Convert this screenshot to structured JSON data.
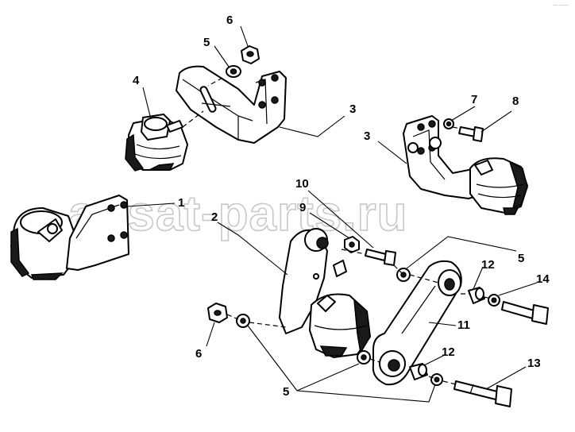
{
  "watermark": "ansat-parts.ru",
  "corner_mark": "— ——",
  "callouts": {
    "c1": "1",
    "c2": "2",
    "c3a": "3",
    "c3b": "3",
    "c4": "4",
    "c5a": "5",
    "c5b": "5",
    "c5c": "5",
    "c6a": "6",
    "c6b": "6",
    "c7": "7",
    "c8": "8",
    "c9": "9",
    "c10": "10",
    "c11": "11",
    "c12a": "12",
    "c12b": "12",
    "c13": "13",
    "c14": "14"
  }
}
